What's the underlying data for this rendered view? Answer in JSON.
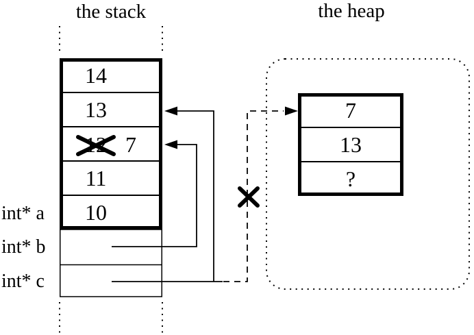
{
  "diagram": {
    "background": "#ffffff",
    "ink": "#000000",
    "description_kind": "stack-heap-memory-diagram"
  },
  "stack": {
    "title": "the stack",
    "cells": [
      {
        "value": "14"
      },
      {
        "value": "13"
      },
      {
        "value": "12",
        "crossed_out": true,
        "new_value": "7"
      },
      {
        "value": "11"
      },
      {
        "value": "10"
      }
    ],
    "vars": [
      {
        "label": "int* a"
      },
      {
        "label": "int* b"
      },
      {
        "label": "int* c"
      }
    ]
  },
  "heap": {
    "title": "the heap",
    "cells": [
      {
        "value": "7"
      },
      {
        "value": "13"
      },
      {
        "value": "?"
      }
    ]
  }
}
